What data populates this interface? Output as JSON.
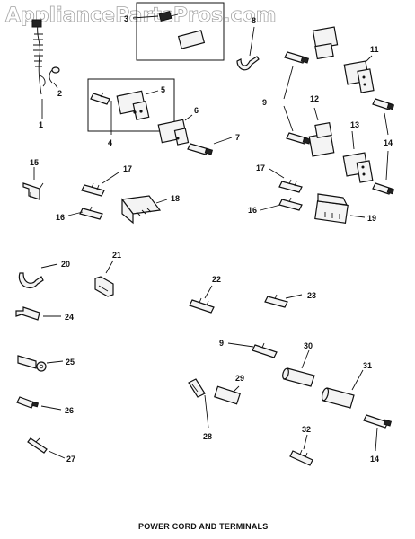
{
  "watermark": "AppliancePartsPros.com",
  "caption": "POWER CORD AND TERMINALS",
  "parts": {
    "p1": "1",
    "p2": "2",
    "p3": "3",
    "p4": "4",
    "p5": "5",
    "p6": "6",
    "p7": "7",
    "p8": "8",
    "p9a": "9",
    "p9b": "9",
    "p11": "11",
    "p12": "12",
    "p13": "13",
    "p14a": "14",
    "p14b": "14",
    "p15": "15",
    "p16a": "16",
    "p16b": "16",
    "p17a": "17",
    "p17b": "17",
    "p18": "18",
    "p19": "19",
    "p20": "20",
    "p21": "21",
    "p22": "22",
    "p23": "23",
    "p24": "24",
    "p25": "25",
    "p26": "26",
    "p27": "27",
    "p28": "28",
    "p29": "29",
    "p30": "30",
    "p31": "31",
    "p32": "32"
  }
}
